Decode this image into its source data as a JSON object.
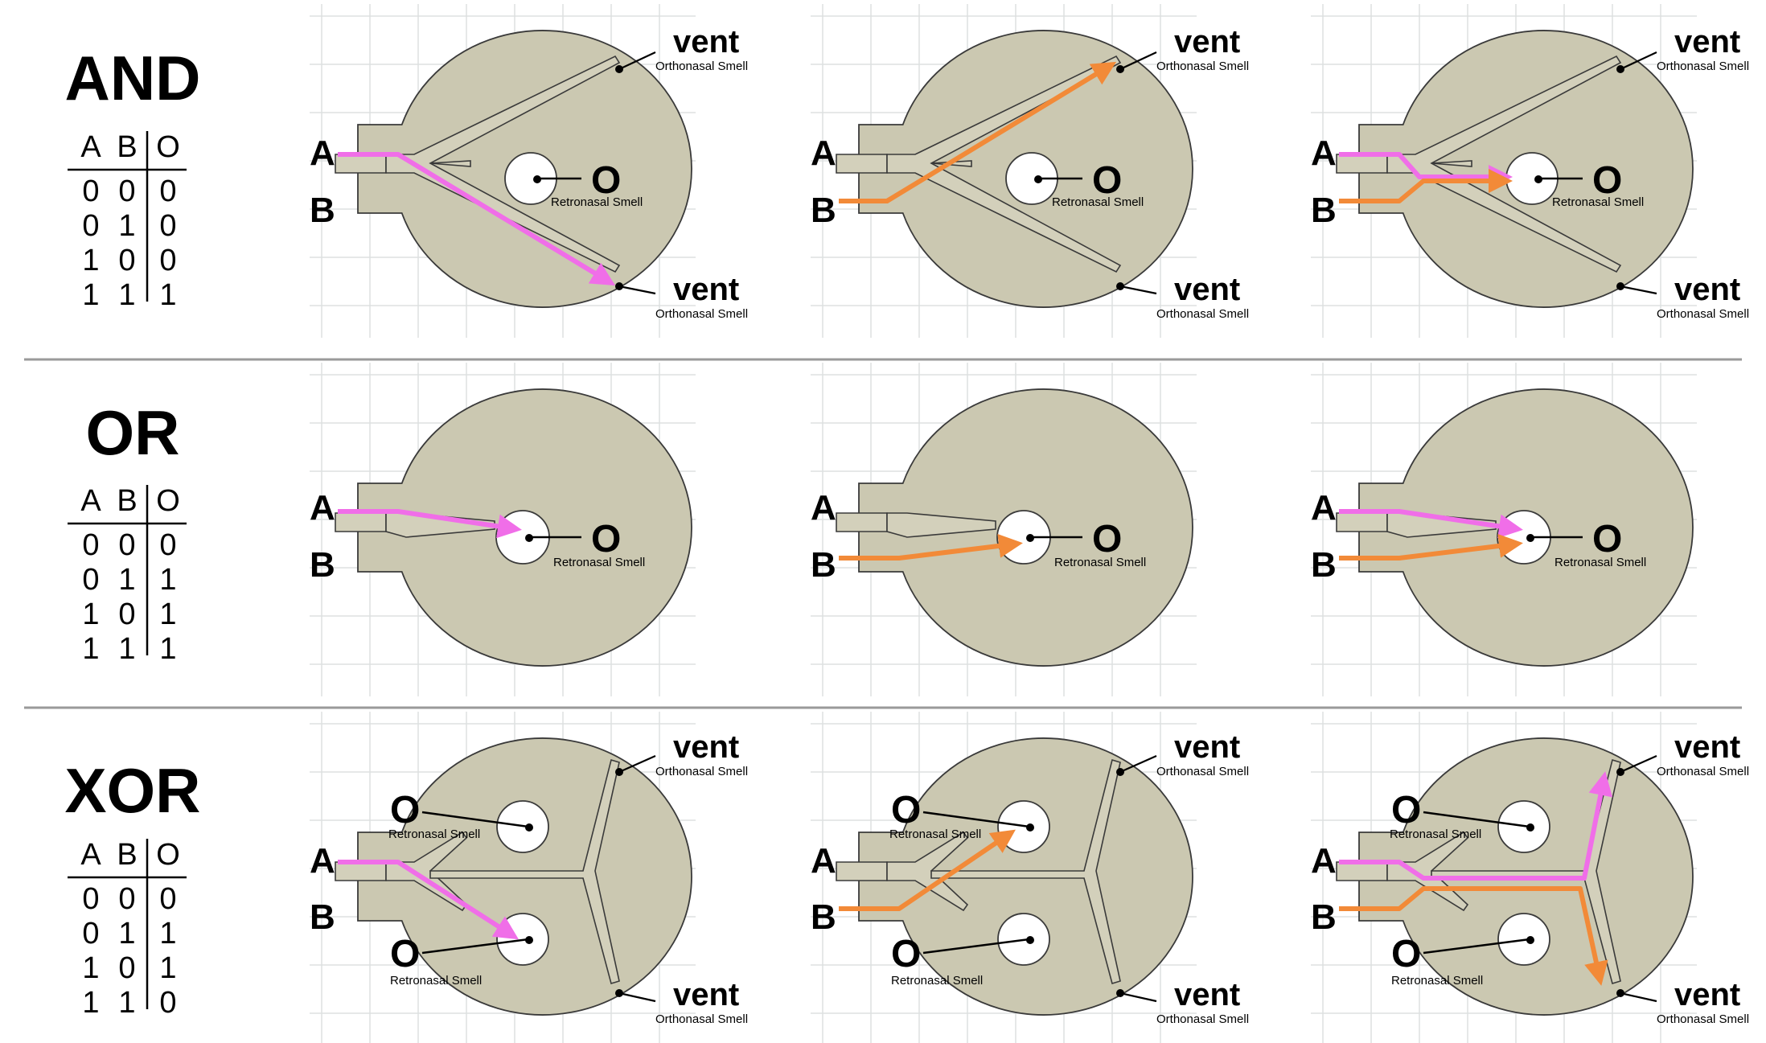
{
  "colors": {
    "chip_fill": "#cbc8b1",
    "channel_fill": "#d3d0bb",
    "outline": "#3a3a3a",
    "grid": "#dde0e0",
    "separator": "#9a9a9a",
    "input_A": "#f06ee8",
    "input_B": "#f28a38",
    "port_fill": "#ffffff"
  },
  "labels": {
    "input_a": "A",
    "input_b": "B",
    "output": "O",
    "vent": "vent",
    "retronasal": "Retronasal Smell",
    "orthonasal": "Orthonasal Smell"
  },
  "truth_table_headers": [
    "A",
    "B",
    "O"
  ],
  "gates": [
    {
      "name": "AND",
      "truth_table": [
        [
          "0",
          "0",
          "0"
        ],
        [
          "0",
          "1",
          "0"
        ],
        [
          "1",
          "0",
          "0"
        ],
        [
          "1",
          "1",
          "1"
        ]
      ],
      "panels": [
        {
          "input_on": "A",
          "flow": "A to bottom vent"
        },
        {
          "input_on": "B",
          "flow": "B to top vent"
        },
        {
          "input_on": "A+B",
          "flow": "A and B to output O"
        }
      ]
    },
    {
      "name": "OR",
      "truth_table": [
        [
          "0",
          "0",
          "0"
        ],
        [
          "0",
          "1",
          "1"
        ],
        [
          "1",
          "0",
          "1"
        ],
        [
          "1",
          "1",
          "1"
        ]
      ],
      "panels": [
        {
          "input_on": "A",
          "flow": "A to output O"
        },
        {
          "input_on": "B",
          "flow": "B to output O"
        },
        {
          "input_on": "A+B",
          "flow": "A and B to output O"
        }
      ]
    },
    {
      "name": "XOR",
      "truth_table": [
        [
          "0",
          "0",
          "0"
        ],
        [
          "0",
          "1",
          "1"
        ],
        [
          "1",
          "0",
          "1"
        ],
        [
          "1",
          "1",
          "0"
        ]
      ],
      "panels": [
        {
          "input_on": "A",
          "flow": "A to lower output O"
        },
        {
          "input_on": "B",
          "flow": "B to upper output O"
        },
        {
          "input_on": "A+B",
          "flow": "A and B to both vents"
        }
      ]
    }
  ]
}
